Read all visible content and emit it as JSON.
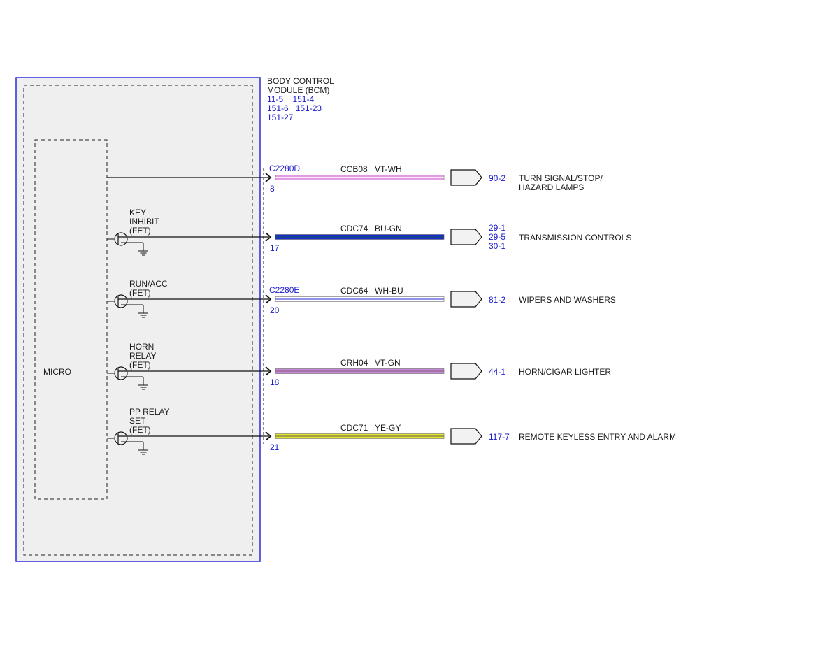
{
  "module": {
    "title_lines": [
      "BODY CONTROL",
      "MODULE (BCM)"
    ],
    "ref_lines": [
      "11-5    151-4",
      "151-6   151-23",
      "151-27"
    ],
    "micro_label": "MICRO"
  },
  "colors": {
    "ref_blue": "#1a1acc",
    "module_border": "#2b2bd6",
    "module_fill": "#efefef"
  },
  "circuits": [
    {
      "id": "turn",
      "fet_label": [],
      "connector": "C2280D",
      "pin": "8",
      "circuit_name": "CCB08",
      "wire_color": "VT-WH",
      "wire_main": "#e39be3",
      "wire_stripe": "#ffffff",
      "refs": [
        "90-2"
      ],
      "destination": [
        "TURN SIGNAL/STOP/",
        "HAZARD LAMPS"
      ]
    },
    {
      "id": "trans",
      "fet_label": [
        "KEY",
        "INHIBIT",
        "(FET)"
      ],
      "connector": "",
      "pin": "17",
      "circuit_name": "CDC74",
      "wire_color": "BU-GN",
      "wire_main": "#1a2ad0",
      "wire_stripe": "#0f4a7a",
      "refs": [
        "29-1",
        "29-5",
        "30-1"
      ],
      "destination": [
        "TRANSMISSION CONTROLS"
      ]
    },
    {
      "id": "wipers",
      "fet_label": [
        "RUN/ACC",
        "(FET)"
      ],
      "connector": "C2280E",
      "pin": "20",
      "circuit_name": "CDC64",
      "wire_color": "WH-BU",
      "wire_main": "#ffffff",
      "wire_stripe": "#6c6ce0",
      "refs": [
        "81-2"
      ],
      "destination": [
        "WIPERS AND WASHERS"
      ]
    },
    {
      "id": "horn",
      "fet_label": [
        "HORN",
        "RELAY",
        "(FET)"
      ],
      "connector": "",
      "pin": "18",
      "circuit_name": "CRH04",
      "wire_color": "VT-GN",
      "wire_main": "#c58ad6",
      "wire_stripe": "#9a6a9a",
      "refs": [
        "44-1"
      ],
      "destination": [
        "HORN/CIGAR LIGHTER"
      ]
    },
    {
      "id": "keyless",
      "fet_label": [
        "PP RELAY",
        "SET",
        "(FET)"
      ],
      "connector": "",
      "pin": "21",
      "circuit_name": "CDC71",
      "wire_color": "YE-GY",
      "wire_main": "#e6e63a",
      "wire_stripe": "#8a8a40",
      "refs": [
        "117-7"
      ],
      "destination": [
        "REMOTE KEYLESS ENTRY AND ALARM"
      ]
    }
  ]
}
